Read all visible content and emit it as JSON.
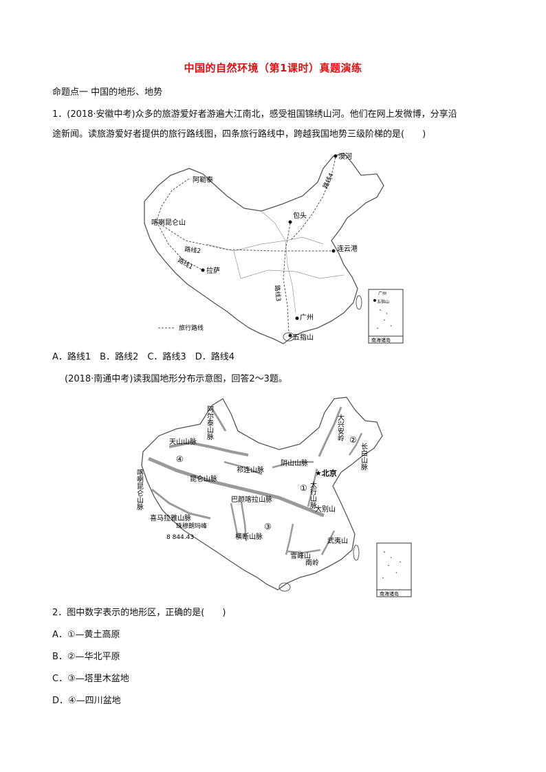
{
  "title": "中国的自然环境（第1课时）真题演练",
  "section1": "命题点一  中国的地形、地势",
  "q1": {
    "line1": "1．(2018·安徽中考)众多的旅游爱好者游遍大江南北，感受祖国锦绣山河。他们在网上发微博，分享沿",
    "line2": "途新闻。读旅游爱好者提供的旅行路线图，四条旅行路线中，跨越我国地势三级阶梯的是(　　)",
    "options": "A．路线1　B．路线2　C．路线3　D．路线4"
  },
  "map1": {
    "labels": {
      "altai": "阿勒泰",
      "mohe": "漠河",
      "kashgar": "喀喇昆仑山",
      "baotou": "包头",
      "lianyungang": "连云港",
      "lhasa": "拉萨",
      "guangzhou": "广州",
      "wuzhishan": "五指山",
      "route1": "路线1",
      "route2": "路线2",
      "route3": "路线3",
      "route4": "路线4",
      "legend": "旅行路线",
      "inset_guangzhou": "广州",
      "inset_wuzhishan": "五指山",
      "inset_caption": "南海诸岛"
    }
  },
  "intro2": "(2018·南通中考)读我国地形分布示意图，回答2～3题。",
  "map2": {
    "labels": {
      "altai": "阿尔泰山脉",
      "tianshan": "天山山脉",
      "daxinganling": "大兴安岭",
      "changbai": "长白山脉",
      "region2": "②",
      "region4": "④",
      "region1": "①",
      "region3": "③",
      "qilian": "祁连山脉",
      "yinshan": "阴山山脉",
      "beijing": "★北京",
      "taihang": "太行山脉",
      "karakoram": "喀喇昆仑山脉",
      "kunlun": "昆仑山脉",
      "bayankala": "巴颜喀拉山脉",
      "himalaya": "喜马拉雅山脉",
      "everest": "珠穆朗玛峰",
      "everest_height": "8 844.43",
      "hengduan": "横断山脉",
      "dabie": "大别山",
      "xuefeng": "雪峰山",
      "nanling": "南岭",
      "wuyi": "武夷山",
      "inset_caption": "南海诸岛"
    }
  },
  "q2": {
    "stem": "2．图中数字表示的地形区，正确的是(　　)",
    "a": "A．①—黄土高原",
    "b": "B．②—华北平原",
    "c": "C．③—塔里木盆地",
    "d": "D．④—四川盆地"
  }
}
